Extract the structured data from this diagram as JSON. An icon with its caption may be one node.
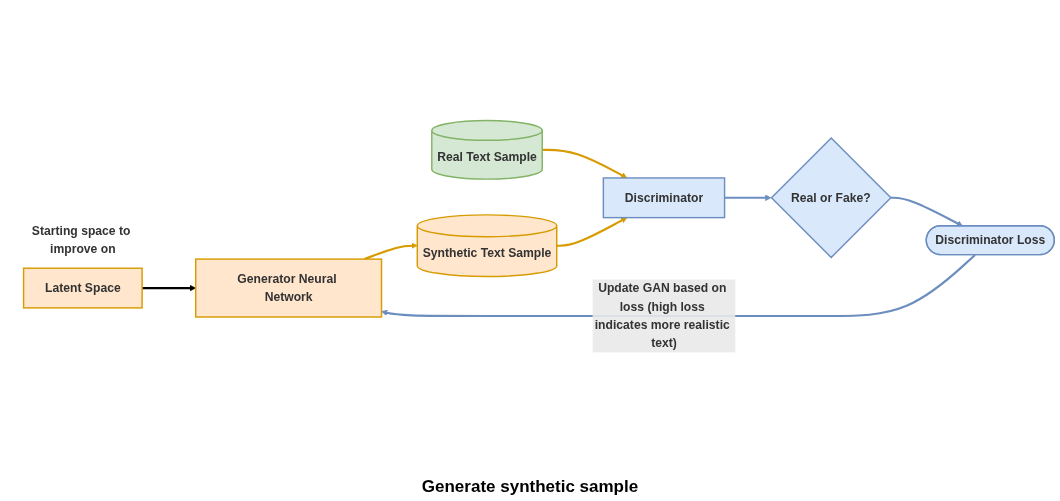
{
  "diagram": {
    "nodes": [
      {
        "text": [
          "Latent Space"
        ],
        "beside": [
          "Starting space to improve on"
        ]
      },
      {
        "text": [
          "Generator Neural Network"
        ]
      },
      {
        "text": [
          "Real Text Sample"
        ]
      },
      {
        "text": [
          "Discriminator"
        ]
      },
      {
        "text": [
          "Synthetic Text Sample"
        ]
      },
      {
        "text": [
          "Real or Fake?"
        ]
      },
      {
        "text": [
          "Discriminator Loss"
        ]
      }
    ],
    "edges": [
      {
        "from": 0,
        "to": 1,
        "arrow": "to",
        "color": "#000000"
      },
      {
        "from": 1,
        "to": 4,
        "arrow": "to",
        "color": "#d79b00"
      },
      {
        "from": 2,
        "to": 3,
        "arrow": "to",
        "color": "#d79b00"
      },
      {
        "from": 4,
        "to": 3,
        "arrow": "to",
        "color": "#d79b00"
      },
      {
        "from": 3,
        "to": 5,
        "arrow": "to",
        "color": "#6c8ebf"
      },
      {
        "from": 5,
        "to": 6,
        "arrow": "to",
        "color": "#6c8ebf"
      },
      {
        "from": 6,
        "to": 1,
        "arrow": "to",
        "color": "#6c8ebf",
        "label": "Update GAN based on loss (high loss indicates more realistic text)"
      }
    ],
    "labels": [
      "Generate synthetic sample"
    ]
  }
}
